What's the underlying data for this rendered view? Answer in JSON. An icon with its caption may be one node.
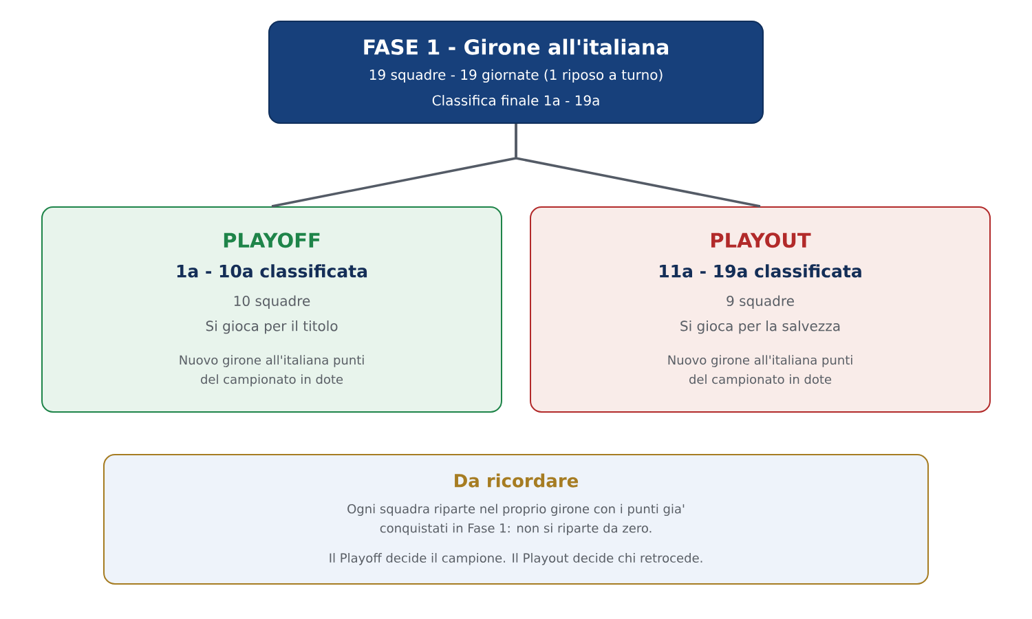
{
  "diagram": {
    "nodes": [
      {
        "text": [
          "FASE 1 - Girone all'italiana",
          "19 squadre - 19 giornate (1 riposo a turno)",
          "Classifica finale 1a - 19a"
        ]
      },
      {
        "text": [
          "PLAYOFF",
          "1a - 10a classificata",
          "10 squadre",
          "Si gioca per il titolo",
          "Nuovo girone all'italiana punti del campionato in dote"
        ]
      },
      {
        "text": [
          "PLAYOUT",
          "11a - 19a classificata",
          "9 squadre",
          "Si gioca per la salvezza",
          "Nuovo girone all'italiana punti del campionato in dote"
        ]
      },
      {
        "text": [
          "Da ricordare",
          "Ogni squadra riparte nel proprio girone con i punti gia' conquistati in Fase 1: non si riparte da zero.",
          "Il Playoff decide il campione. Il Playout decide chi retrocede."
        ]
      }
    ],
    "edges": [
      {
        "from": 0,
        "to": 1,
        "arrow": "none"
      },
      {
        "from": 0,
        "to": 2,
        "arrow": "none"
      }
    ]
  }
}
